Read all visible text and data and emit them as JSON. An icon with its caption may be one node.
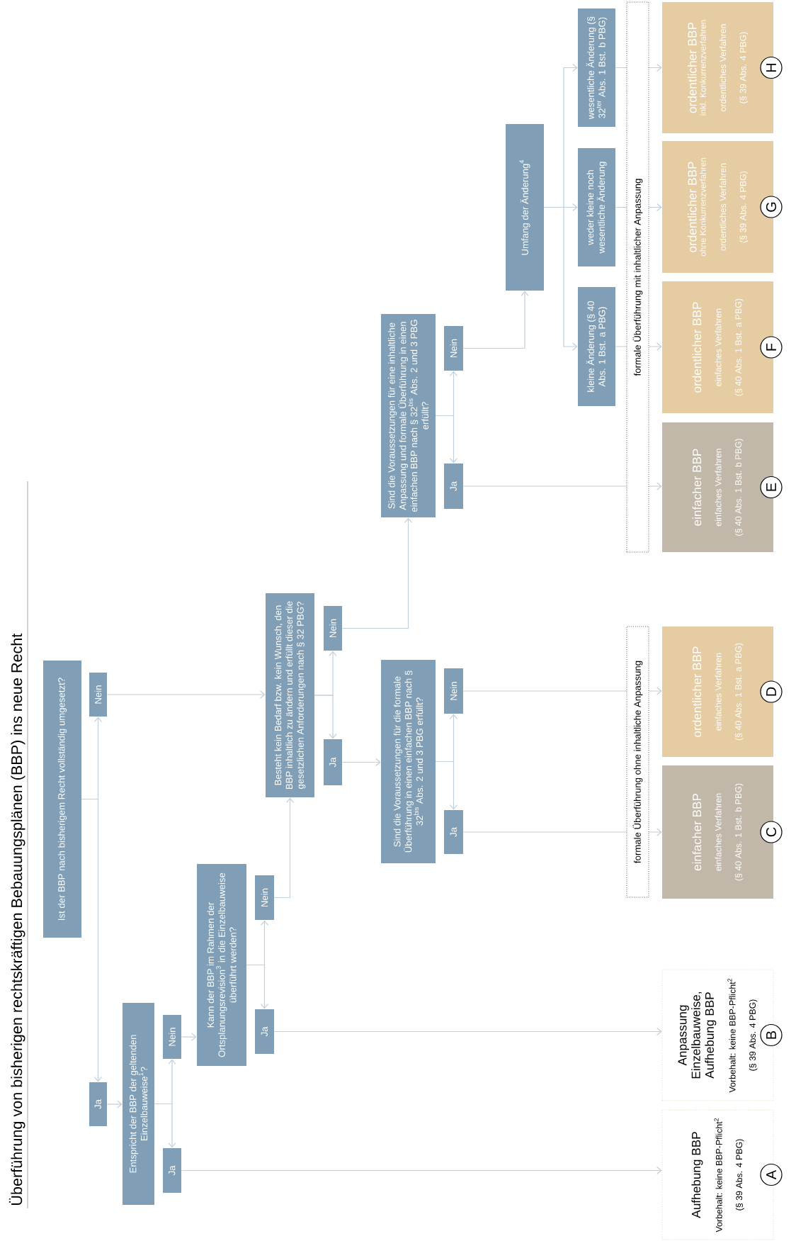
{
  "diagram": {
    "title": "Überführung von bisherigen rechtskräftigen Bebauungsplänen (BBP) ins neue Recht",
    "nodes": [
      {
        "text": [
          "Ist der BBP nach bisherigem Recht vollständig umgesetzt?"
        ]
      },
      {
        "text": [
          "Ja"
        ]
      },
      {
        "text": [
          "Nein"
        ]
      },
      {
        "text": [
          "Entspricht der BBP der geltenden Einzelbauweise$^{1}$?"
        ]
      },
      {
        "text": [
          "Ja"
        ]
      },
      {
        "text": [
          "Nein"
        ]
      },
      {
        "text": [
          "Kann der BBP im Rahmen der Ortsplanungsrevision$^{3}$ in die Einzelbauweise überführt werden?"
        ]
      },
      {
        "text": [
          "Ja"
        ]
      },
      {
        "text": [
          "Nein"
        ]
      },
      {
        "text": [
          "Besteht kein Bedarf bzw. kein Wunsch, den BBP inhaltlich zu ändern und erfüllt dieser die gesetzlichen Anforderungen nach § 32 PBG?"
        ]
      },
      {
        "text": [
          "Ja"
        ]
      },
      {
        "text": [
          "Nein"
        ]
      },
      {
        "text": [
          "Sind die Voraussetzungen für die formale Überführung in einen einfachen BBP nach § 32$^{bis}$ Abs. 2 und 3 PBG erfüllt?"
        ]
      },
      {
        "text": [
          "Ja"
        ]
      },
      {
        "text": [
          "Nein"
        ]
      },
      {
        "text": [
          "Sind die Voraussetzungen für eine inhaltliche Anpassung und formale Überführung in einen einfachen BBP nach § 32$^{bis}$ Abs. 2 und 3 PBG erfüllt?"
        ]
      },
      {
        "text": [
          "Ja"
        ]
      },
      {
        "text": [
          "Nein"
        ]
      },
      {
        "text": [
          "Umfang der Änderung$^{4}$"
        ]
      },
      {
        "text": [
          "kleine Änderung (§ 40 Abs. 1 Bst. a PBG)"
        ]
      },
      {
        "text": [
          "weder kleine noch wesentliche Änderung"
        ]
      },
      {
        "text": [
          "wesentliche Änderung (§ 32$^{ter}$ Abs. 1 Bst. b PBG)"
        ]
      },
      {
        "text": [
          "Aufhebung BBP",
          "Vorbehalt: keine BBP-Pflicht$^{2}$",
          "(§ 39 Abs. 4 PBG)",
          "A"
        ]
      },
      {
        "text": [
          "Anpassung Einzelbauweise, Aufhebung BBP",
          "Vorbehalt: keine BBP-Pflicht$^{2}$",
          "(§ 39 Abs. 4 PBG)",
          "B"
        ]
      },
      {
        "text": [
          "einfacher BBP",
          "einfaches Verfahren",
          "(§ 40 Abs. 1 Bst. b PBG)",
          "C"
        ]
      },
      {
        "text": [
          "ordentlicher BBP",
          "einfaches Verfahren",
          "(§ 40 Abs. 1 Bst. a PBG)",
          "D"
        ]
      },
      {
        "text": [
          "einfacher BBP",
          "einfaches Verfahren",
          "(§ 40 Abs. 1 Bst. b PBG)",
          "E"
        ]
      },
      {
        "text": [
          "ordentlicher BBP",
          "einfaches Verfahren",
          "(§ 40 Abs. 1 Bst. a PBG)",
          "F"
        ]
      },
      {
        "text": [
          "ordentlicher BBP",
          "ohne Konkurrenzverfahren",
          "ordentliches Verfahren",
          "(§ 39 Abs. 4 PBG)",
          "G"
        ]
      },
      {
        "text": [
          "ordentlicher BBP",
          "inkl. Konkurrenzverfahren",
          "ordentliches Verfahren",
          "(§ 39 Abs. 4 PBG)",
          "H"
        ]
      }
    ],
    "edges": [
      {
        "from": 0,
        "to": 1,
        "arrow": "to"
      },
      {
        "from": 0,
        "to": 2,
        "arrow": "to"
      },
      {
        "from": 2,
        "to": 9,
        "arrow": "to"
      },
      {
        "from": 1,
        "to": 3,
        "arrow": "to"
      },
      {
        "from": 3,
        "to": 4,
        "arrow": "to"
      },
      {
        "from": 3,
        "to": 5,
        "arrow": "to"
      },
      {
        "from": 4,
        "to": 22,
        "arrow": "to"
      },
      {
        "from": 5,
        "to": 6,
        "arrow": "to"
      },
      {
        "from": 6,
        "to": 7,
        "arrow": "to"
      },
      {
        "from": 6,
        "to": 8,
        "arrow": "to"
      },
      {
        "from": 7,
        "to": 23,
        "arrow": "to"
      },
      {
        "from": 8,
        "to": 9,
        "arrow": "to"
      },
      {
        "from": 9,
        "to": 10,
        "arrow": "to"
      },
      {
        "from": 9,
        "to": 11,
        "arrow": "to"
      },
      {
        "from": 10,
        "to": 12,
        "arrow": "to"
      },
      {
        "from": 11,
        "to": 15,
        "arrow": "to"
      },
      {
        "from": 12,
        "to": 13,
        "arrow": "to"
      },
      {
        "from": 12,
        "to": 14,
        "arrow": "to"
      },
      {
        "from": 13,
        "to": 24,
        "arrow": "to"
      },
      {
        "from": 14,
        "to": 25,
        "arrow": "to"
      },
      {
        "from": 15,
        "to": 16,
        "arrow": "to"
      },
      {
        "from": 15,
        "to": 17,
        "arrow": "to"
      },
      {
        "from": 16,
        "to": 26,
        "arrow": "to"
      },
      {
        "from": 17,
        "to": 18,
        "arrow": "to"
      },
      {
        "from": 18,
        "to": 19,
        "arrow": "to"
      },
      {
        "from": 18,
        "to": 20,
        "arrow": "to"
      },
      {
        "from": 18,
        "to": 21,
        "arrow": "to"
      },
      {
        "from": 19,
        "to": 27,
        "arrow": "to"
      },
      {
        "from": 20,
        "to": 28,
        "arrow": "to"
      },
      {
        "from": 21,
        "to": 29,
        "arrow": "to"
      }
    ],
    "labels": [
      "formale Überführung ohne inhaltliche Anpassung",
      "formale Überführung mit inhaltlicher Anpassung"
    ]
  }
}
